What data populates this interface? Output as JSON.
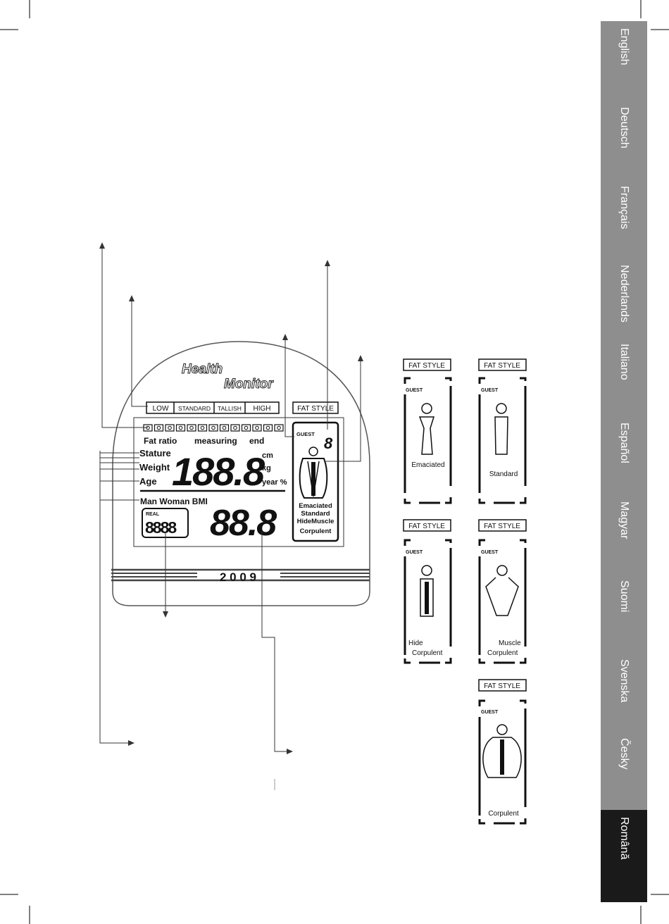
{
  "sidebar": {
    "tabs": [
      {
        "label": "English",
        "active": false
      },
      {
        "label": "Deutsch",
        "active": false
      },
      {
        "label": "Français",
        "active": false
      },
      {
        "label": "Nederlands",
        "active": false
      },
      {
        "label": "Italiano",
        "active": false
      },
      {
        "label": "Español",
        "active": false
      },
      {
        "label": "Magyar",
        "active": false
      },
      {
        "label": "Suomi",
        "active": false
      },
      {
        "label": "Svenska",
        "active": false
      },
      {
        "label": "Česky",
        "active": false
      },
      {
        "label": "Română",
        "active": true
      }
    ]
  },
  "display": {
    "brand_line1": "Health",
    "brand_line2": "Monitor",
    "scale_low": "LOW",
    "scale_standard": "STANDARD",
    "scale_tallish": "TALLISH",
    "scale_high": "HIGH",
    "fat_style_label": "FAT STYLE",
    "fat_ratio": "Fat ratio",
    "measuring": "measuring",
    "end": "end",
    "stature": "Stature",
    "weight": "Weight",
    "age": "Age",
    "unit_cm": "cm",
    "unit_kg": "kg",
    "unit_year_pct": "year %",
    "main_digits": "188.8",
    "man_woman_bmi": "Man Woman BMI",
    "real_label": "REAL",
    "real_digits": "8888",
    "lower_digits": "88.8",
    "guest_label": "GUEST",
    "guest_digit": "8",
    "style_emaciated": "Emaciated",
    "style_standard": "Standard",
    "style_hide_muscle": "HideMuscle",
    "style_corpulent": "Corpulent",
    "year": "2 0 0 9"
  },
  "fat_style_cards": [
    {
      "header": "FAT STYLE",
      "guest": "GUEST",
      "caption_line1": "Emaciated",
      "caption_line2": ""
    },
    {
      "header": "FAT STYLE",
      "guest": "GUEST",
      "caption_line1": "Standard",
      "caption_line2": ""
    },
    {
      "header": "FAT STYLE",
      "guest": "GUEST",
      "caption_line1": "Hide",
      "caption_line2": "Corpulent"
    },
    {
      "header": "FAT STYLE",
      "guest": "GUEST",
      "caption_line1": "Muscle",
      "caption_line2": "Corpulent"
    },
    {
      "header": "FAT STYLE",
      "guest": "GUEST",
      "caption_line1": "Corpulent",
      "caption_line2": ""
    }
  ]
}
